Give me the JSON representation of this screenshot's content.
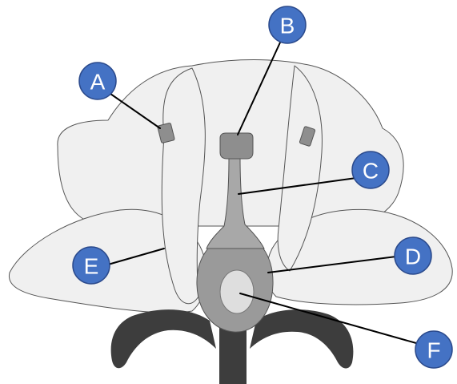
{
  "labels": [
    {
      "id": "label-a",
      "text": "A"
    },
    {
      "id": "label-b",
      "text": "B"
    },
    {
      "id": "label-c",
      "text": "C"
    },
    {
      "id": "label-d",
      "text": "D"
    },
    {
      "id": "label-e",
      "text": "E"
    },
    {
      "id": "label-f",
      "text": "F"
    }
  ],
  "colors": {
    "petal_fill": "#f0f0f0",
    "petal_stroke": "#555555",
    "pistil": "#a8a8a8",
    "ovary_outer": "#9a9a9a",
    "ovule": "#dedede",
    "anther": "#8e8e8e",
    "sepal": "#3d3d3d",
    "stem": "#3d3d3d",
    "badge_fill": "#4472c4",
    "badge_text": "#ffffff"
  }
}
